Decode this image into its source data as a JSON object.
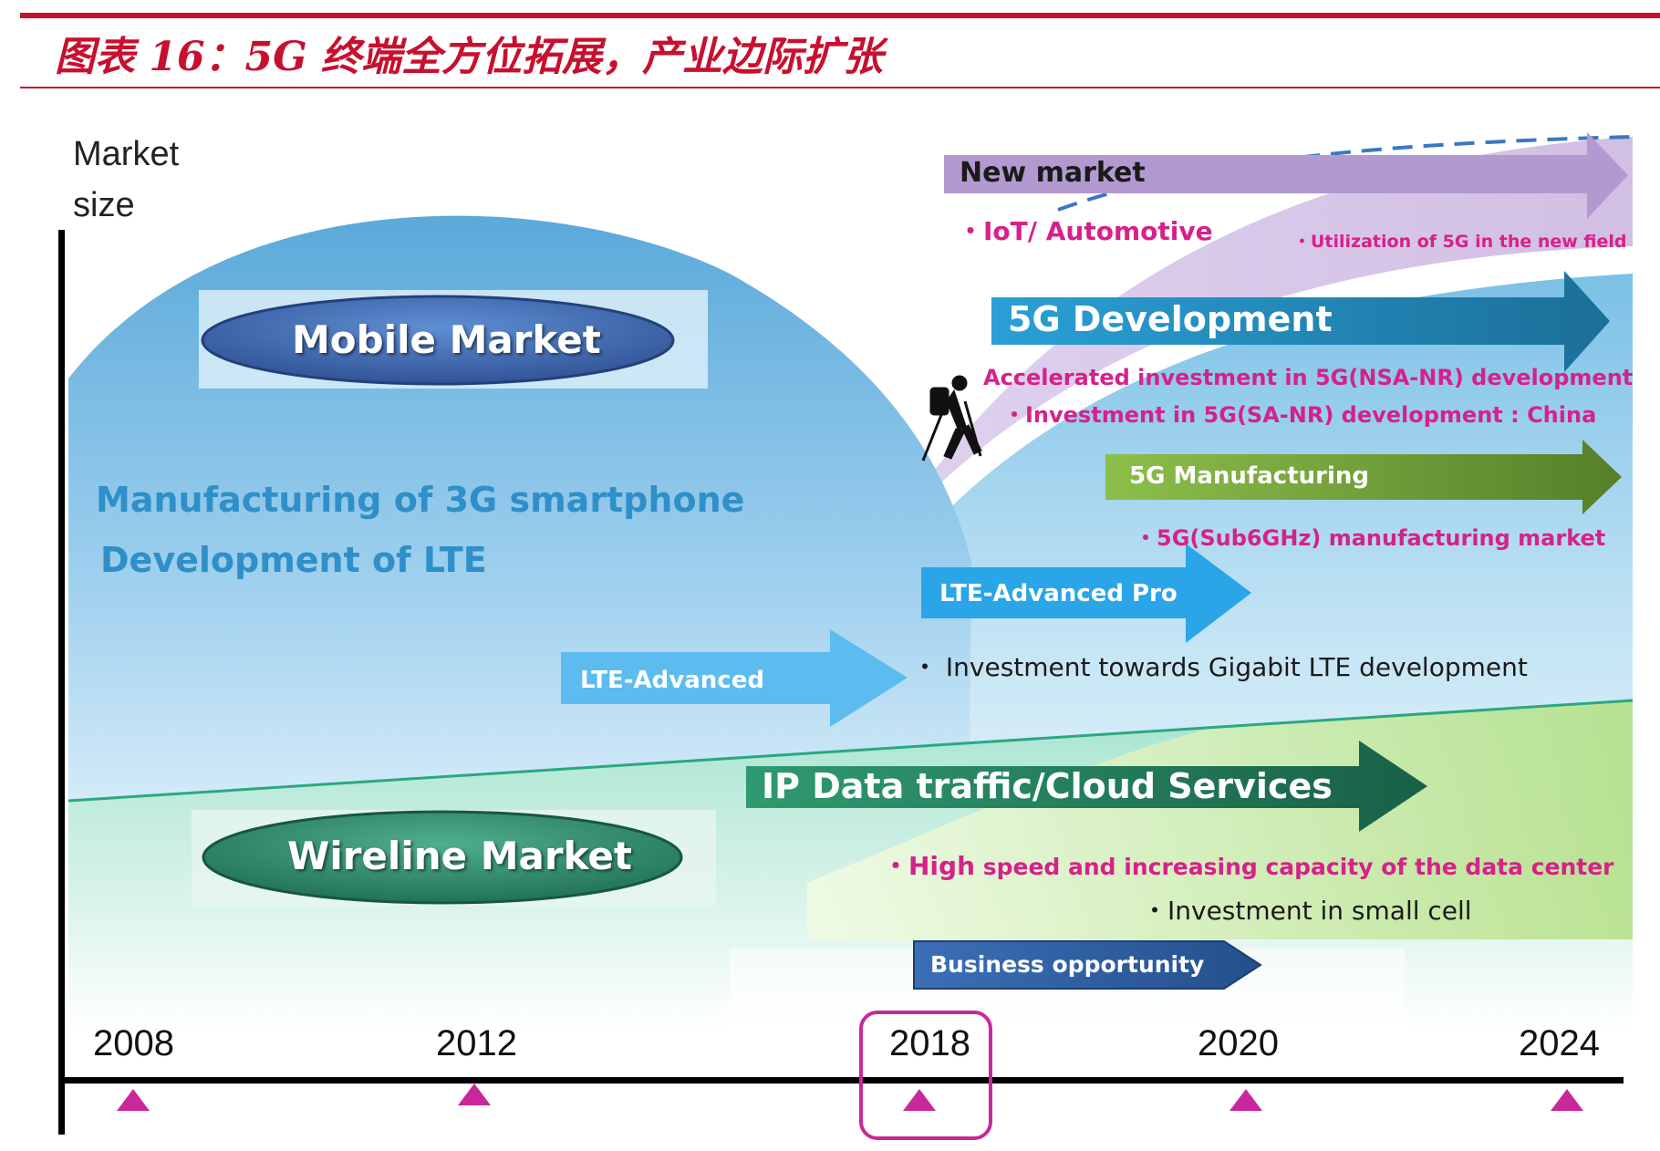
{
  "title": "图表 16：5G 终端全方位拓展，产业边际扩张",
  "axis": {
    "y_title_line1": "Market",
    "y_title_line2": "size",
    "years": [
      "2008",
      "2012",
      "2018",
      "2020",
      "2024"
    ],
    "highlighted_year": "2018"
  },
  "markets": {
    "mobile": "Mobile Market",
    "wireline": "Wireline Market"
  },
  "mobile_notes": {
    "line1": "Manufacturing of 3G smartphone",
    "line2": "Development of LTE"
  },
  "arrows": {
    "new_market": {
      "label": "New market",
      "note1": "・IoT/ Automotive",
      "note2": "・Utilization of 5G in the new field"
    },
    "dev_5g": {
      "label": "5G Development",
      "note1": "Accelerated  investment in 5G(NSA-NR) development",
      "note2": "・Investment  in 5G(SA-NR) development : China"
    },
    "mfg_5g": {
      "label": "5G Manufacturing",
      "note1": "・5G(Sub6GHz) manufacturing market"
    },
    "lte_adv_pro": {
      "label": "LTE-Advanced Pro"
    },
    "lte_adv": {
      "label": "LTE-Advanced",
      "note1": "・ Investment towards Gigabit LTE development"
    },
    "ip_data": {
      "label": "IP Data traffic/Cloud Services",
      "note1_bold": "・High",
      "note1_rest": " speed  and increasing capacity  of the data center",
      "note2": "・Investment in small cell"
    },
    "business": {
      "label": "Business opportunity"
    }
  },
  "colors": {
    "title_red": "#c8102e",
    "note_pink": "#d6218a",
    "mobile_blue": "#3f6cb3",
    "wireline_green": "#2e8b6c",
    "purple": "#b69bd0",
    "dev_blue": "#1f8fbf",
    "mfg_green": "#6a9a36",
    "lte_blue": "#2aa5e8",
    "ip_green": "#1f7a58",
    "marker_pink": "#c8289a"
  }
}
